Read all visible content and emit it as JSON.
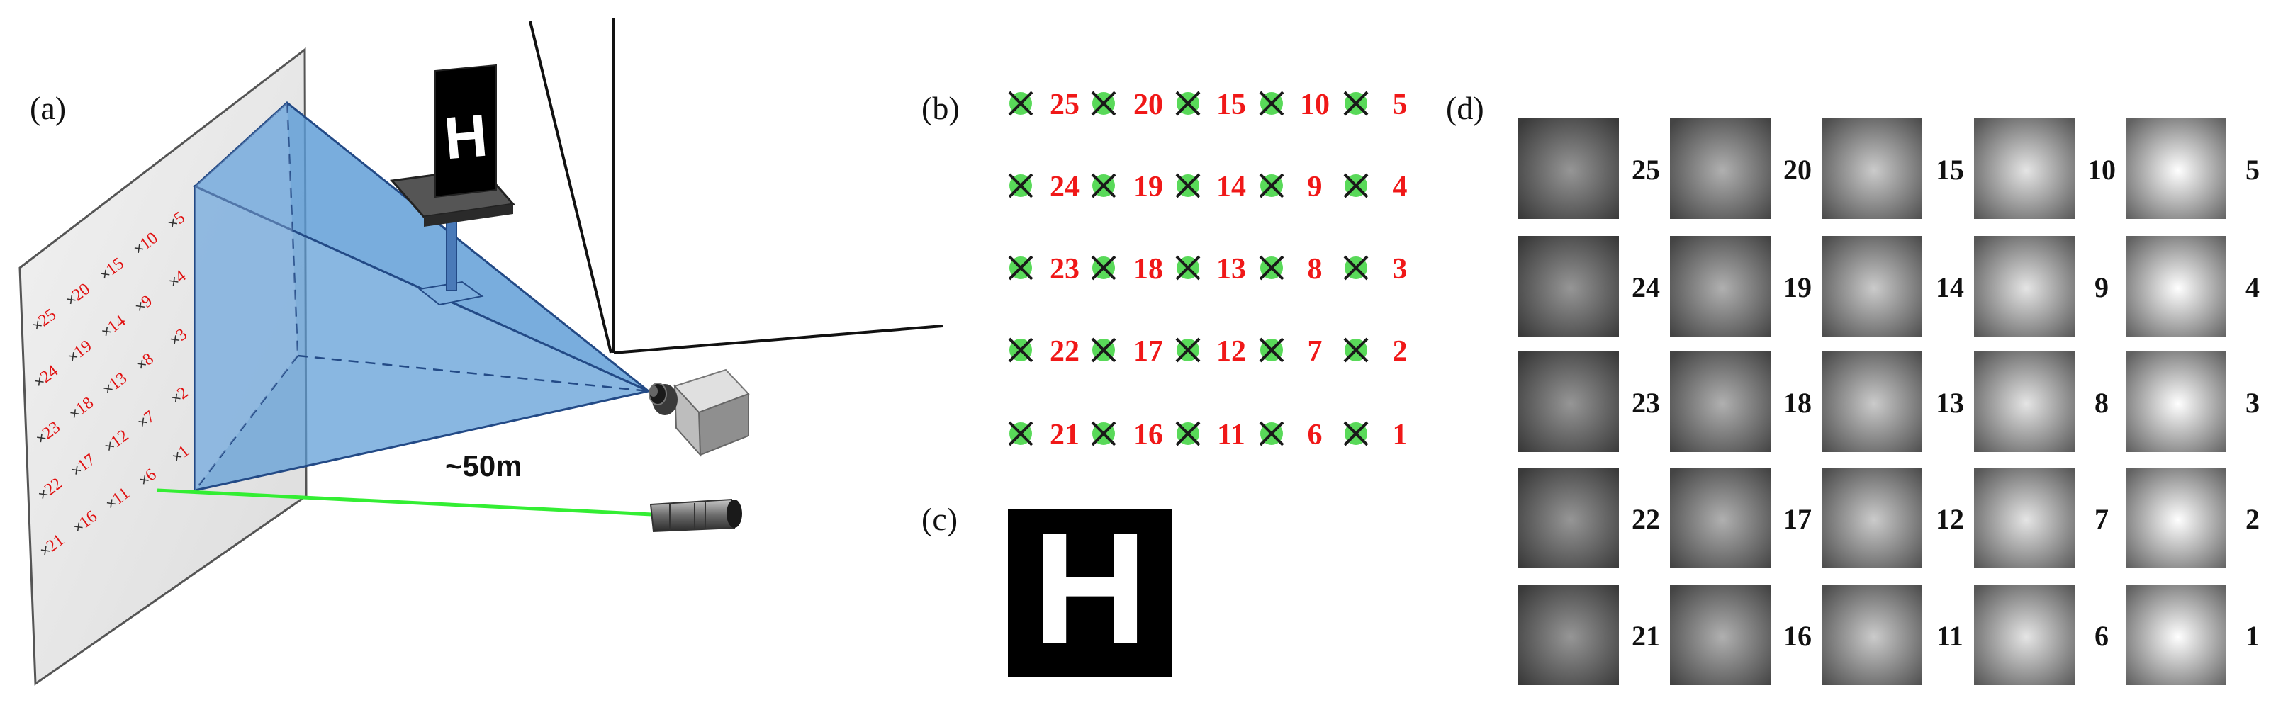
{
  "panel_labels": {
    "a": "(a)",
    "b": "(b)",
    "c": "(c)",
    "d": "(d)"
  },
  "distance_label": "~50m",
  "target_letter": "H",
  "grid_rows": [
    [
      "25",
      "20",
      "15",
      "10",
      "5"
    ],
    [
      "24",
      "19",
      "14",
      "9",
      "4"
    ],
    [
      "23",
      "18",
      "13",
      "8",
      "3"
    ],
    [
      "22",
      "17",
      "12",
      "7",
      "2"
    ],
    [
      "21",
      "16",
      "11",
      "6",
      "1"
    ]
  ],
  "colors": {
    "marker_x": "#1a1a1a",
    "marker_glow": "#22cc22",
    "number_red": "#f01818",
    "laser": "#33ee33",
    "pyramid_blue": "#5b9bd5",
    "target_black": "#000000"
  },
  "icons": [
    "camera-icon",
    "laser-pointer-icon",
    "target-board-icon"
  ]
}
